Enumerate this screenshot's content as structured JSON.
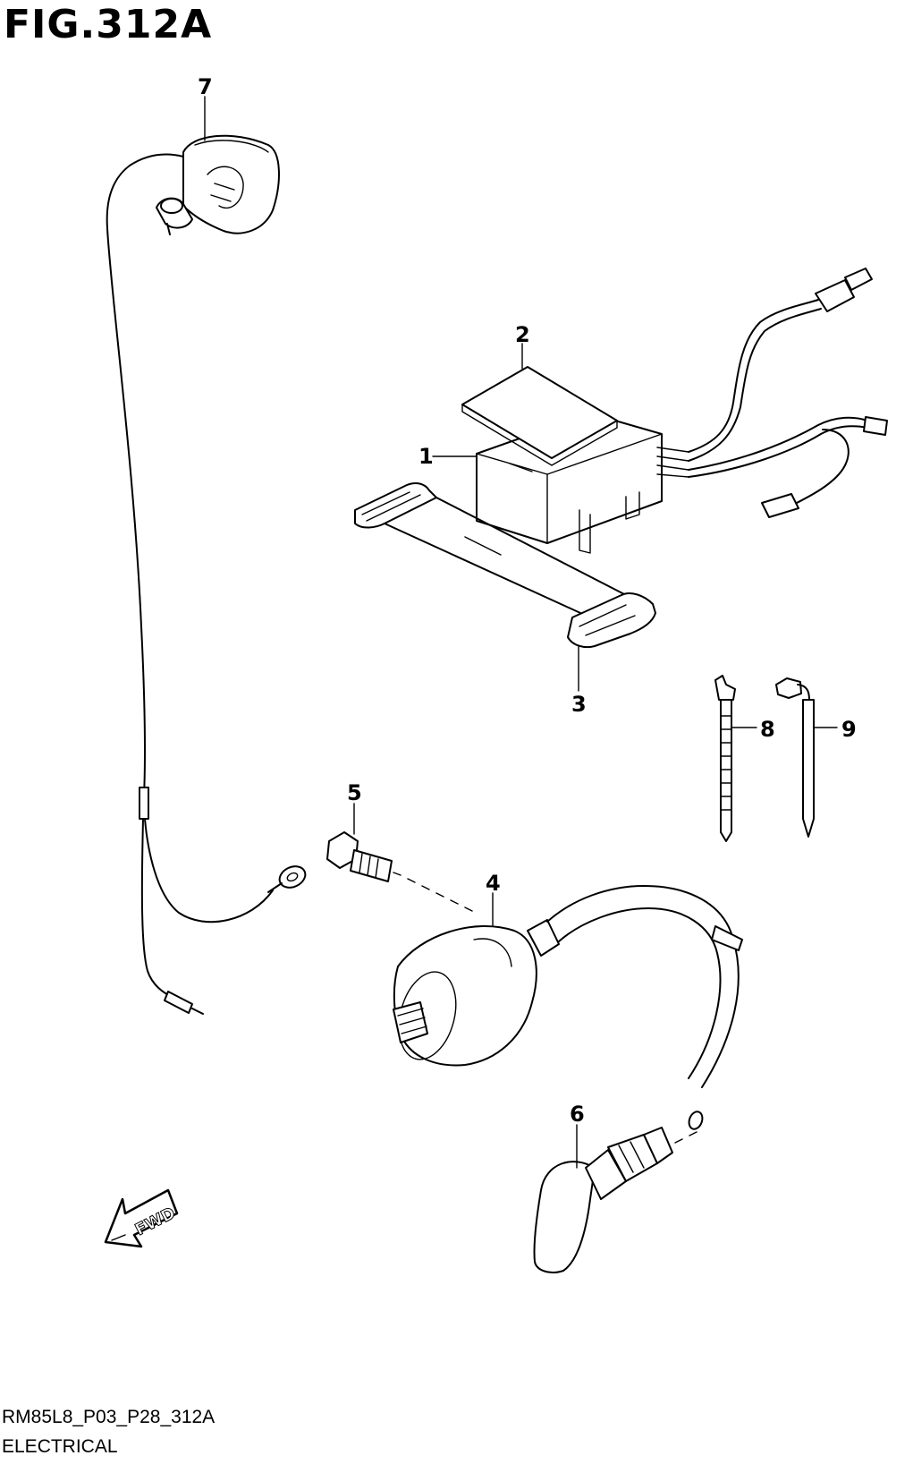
{
  "figure": {
    "title": "FIG.312A"
  },
  "callouts": [
    {
      "id": "1",
      "label": "1"
    },
    {
      "id": "2",
      "label": "2"
    },
    {
      "id": "3",
      "label": "3"
    },
    {
      "id": "4",
      "label": "4"
    },
    {
      "id": "5",
      "label": "5"
    },
    {
      "id": "6",
      "label": "6"
    },
    {
      "id": "7",
      "label": "7"
    },
    {
      "id": "8",
      "label": "8"
    },
    {
      "id": "9",
      "label": "9"
    }
  ],
  "fwd_arrow": {
    "label": "FWD"
  },
  "footer": {
    "code": "RM85L8_P03_P28_312A",
    "section": "ELECTRICAL"
  }
}
